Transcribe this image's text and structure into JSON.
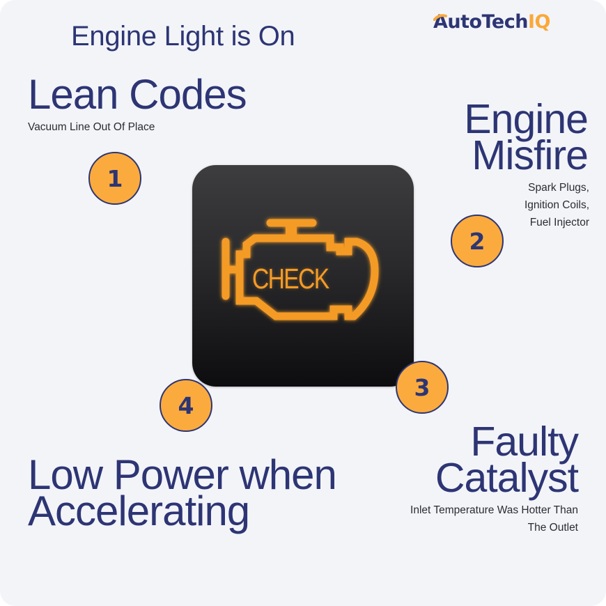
{
  "brand": {
    "logo_main": "AutoTech",
    "logo_accent": "IQ",
    "colors": {
      "navy": "#2d3574",
      "orange": "#f9a93a",
      "background": "#f3f4f8"
    }
  },
  "title": "Engine Light is On",
  "icon": {
    "name": "check-engine-icon",
    "label": "CHECK",
    "color": "#f49b27"
  },
  "causes": [
    {
      "number": "1",
      "heading": "Lean Codes",
      "detail_lines": [
        "Vacuum Line Out Of Place"
      ]
    },
    {
      "number": "2",
      "heading_lines": [
        "Engine",
        "Misfire"
      ],
      "detail_lines": [
        "Spark Plugs,",
        "Ignition Coils,",
        "Fuel Injector"
      ]
    },
    {
      "number": "3",
      "heading_lines": [
        "Faulty",
        "Catalyst"
      ],
      "detail_lines": [
        "Inlet Temperature Was Hotter Than",
        "The Outlet"
      ]
    },
    {
      "number": "4",
      "heading_lines": [
        "Low Power when",
        "Accelerating"
      ],
      "detail_lines": []
    }
  ]
}
